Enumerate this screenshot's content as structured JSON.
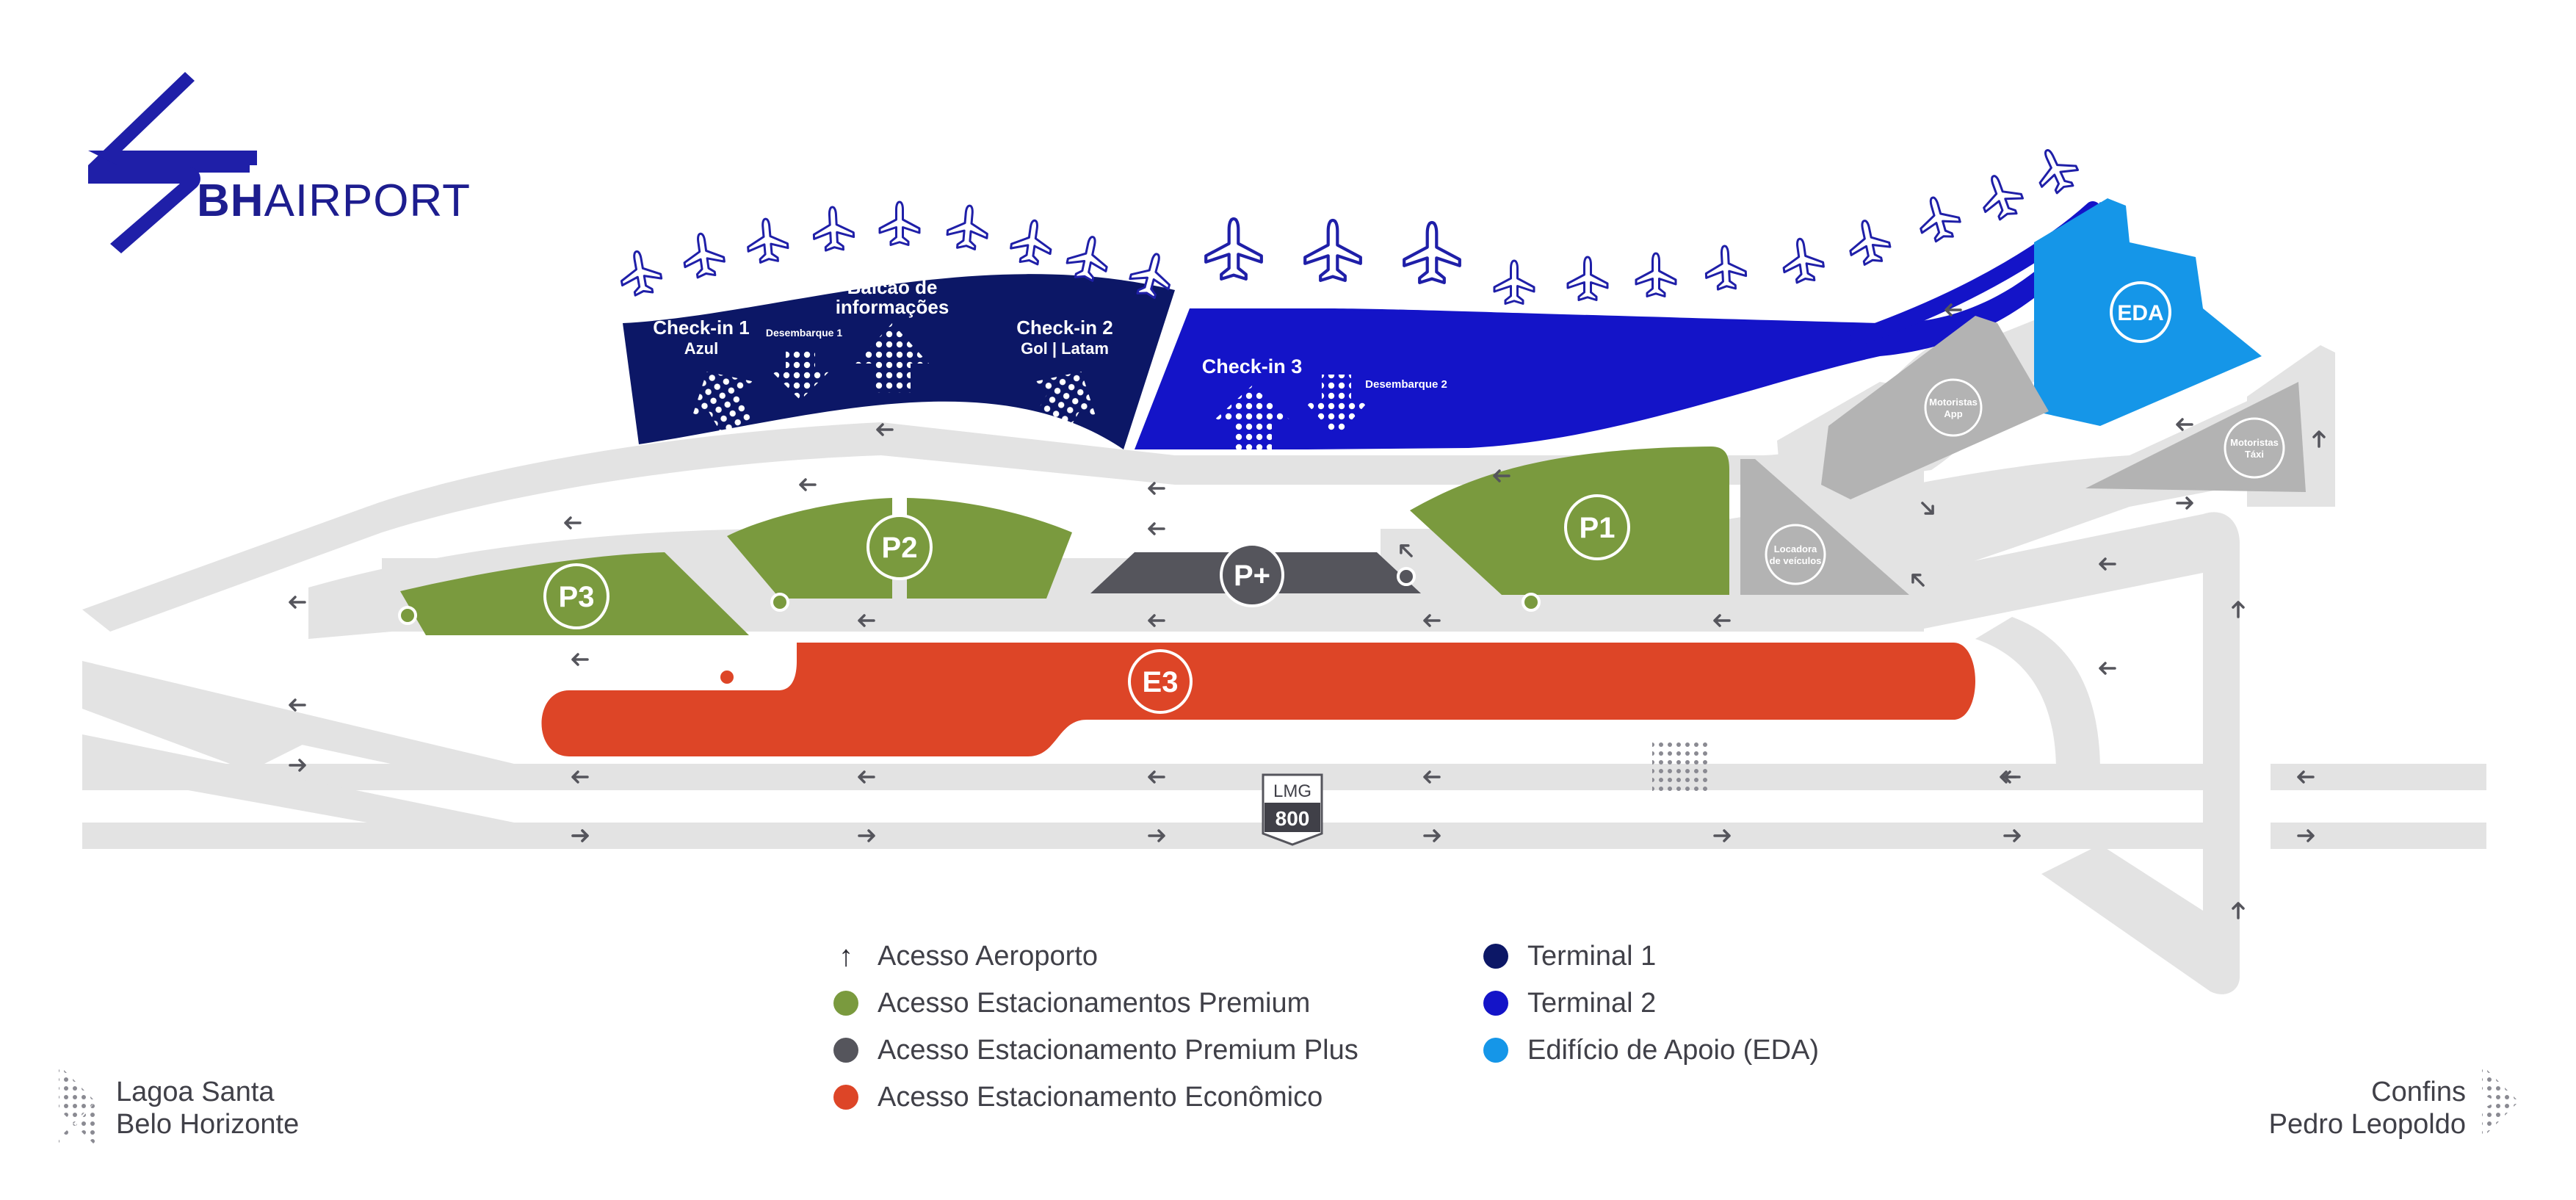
{
  "brand": {
    "name_bold": "BH",
    "name_regular": "AIRPORT",
    "color": "#1f1fa8"
  },
  "colors": {
    "terminal1": "#0c1766",
    "terminal2": "#1414c8",
    "eda": "#1596e8",
    "premium": "#7a9a3e",
    "premium_plus": "#55555c",
    "economic": "#dd4527",
    "road": "#e3e3e3",
    "facility": "#b3b3b3",
    "text": "#404048"
  },
  "terminal1": {
    "checkin1": {
      "title": "Check-in 1",
      "sub": "Azul"
    },
    "desembarque1": "Desembarque 1",
    "balcao": {
      "line1": "Balcão de",
      "line2": "informações"
    },
    "checkin2": {
      "title": "Check-in 2",
      "sub": "Gol | Latam"
    }
  },
  "terminal2": {
    "checkin3": "Check-in 3",
    "desembarque2": "Desembarque 2"
  },
  "eda_label": "EDA",
  "parking": {
    "p1": "P1",
    "p2": "P2",
    "p3": "P3",
    "pplus": "P+",
    "e3": "E3"
  },
  "facilities": {
    "motoristas_app": {
      "line1": "Motoristas",
      "line2": "App"
    },
    "motoristas_taxi": {
      "line1": "Motoristas",
      "line2": "Táxi"
    },
    "locadora": {
      "line1": "Locadora",
      "line2": "de veículos"
    }
  },
  "highway": {
    "line1": "LMG",
    "line2": "800"
  },
  "legend": {
    "col1": [
      {
        "label": "Acesso Aeroporto",
        "marker": "arrow-up"
      },
      {
        "label": "Acesso Estacionamentos Premium",
        "marker": "dot",
        "color": "#7a9a3e"
      },
      {
        "label": "Acesso Estacionamento Premium Plus",
        "marker": "dot",
        "color": "#55555c"
      },
      {
        "label": "Acesso Estacionamento Econômico",
        "marker": "dot",
        "color": "#dd4527"
      }
    ],
    "col2": [
      {
        "label": "Terminal 1",
        "marker": "dot",
        "color": "#0c1766"
      },
      {
        "label": "Terminal 2",
        "marker": "dot",
        "color": "#1414c8"
      },
      {
        "label": "Edifício de Apoio (EDA)",
        "marker": "dot",
        "color": "#1596e8"
      }
    ]
  },
  "destinations": {
    "left": {
      "line1": "Lagoa Santa",
      "line2": "Belo Horizonte"
    },
    "right": {
      "line1": "Confins",
      "line2": "Pedro Leopoldo"
    }
  },
  "icons": [
    "plane-icon",
    "arrow-icon",
    "dotted-arrow-icon",
    "access-dot-icon"
  ]
}
